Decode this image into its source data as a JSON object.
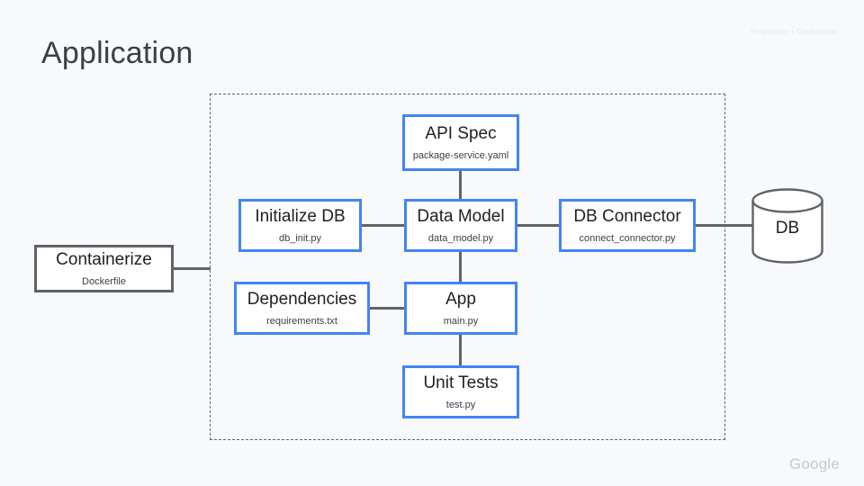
{
  "slide": {
    "title": "Application",
    "confidential": "Proprietary + Confidential",
    "brand": "Google",
    "background_color": "#f7f9fa",
    "accent_color": "#4285f4",
    "neutral_color": "#5f6368"
  },
  "diagram": {
    "boundary_label": "",
    "nodes": [
      {
        "id": "api-spec",
        "title": "API Spec",
        "sub": "package-service.yaml",
        "border_color": "#4285f4"
      },
      {
        "id": "initialize-db",
        "title": "Initialize DB",
        "sub": "db_init.py",
        "border_color": "#4285f4"
      },
      {
        "id": "data-model",
        "title": "Data Model",
        "sub": "data_model.py",
        "border_color": "#4285f4"
      },
      {
        "id": "db-connector",
        "title": "DB Connector",
        "sub": "connect_connector.py",
        "border_color": "#4285f4"
      },
      {
        "id": "dependencies",
        "title": "Dependencies",
        "sub": "requirements.txt",
        "border_color": "#4285f4"
      },
      {
        "id": "app",
        "title": "App",
        "sub": "main.py",
        "border_color": "#4285f4"
      },
      {
        "id": "unit-tests",
        "title": "Unit Tests",
        "sub": "test.py",
        "border_color": "#4285f4"
      },
      {
        "id": "containerize",
        "title": "Containerize",
        "sub": "Dockerfile",
        "border_color": "#5f6368"
      }
    ],
    "database": {
      "label": "DB"
    },
    "edges": [
      {
        "from": "containerize",
        "to": "boundary"
      },
      {
        "from": "initialize-db",
        "to": "data-model"
      },
      {
        "from": "api-spec",
        "to": "data-model"
      },
      {
        "from": "data-model",
        "to": "db-connector"
      },
      {
        "from": "db-connector",
        "to": "database"
      },
      {
        "from": "data-model",
        "to": "app"
      },
      {
        "from": "dependencies",
        "to": "app"
      },
      {
        "from": "app",
        "to": "unit-tests"
      }
    ]
  }
}
